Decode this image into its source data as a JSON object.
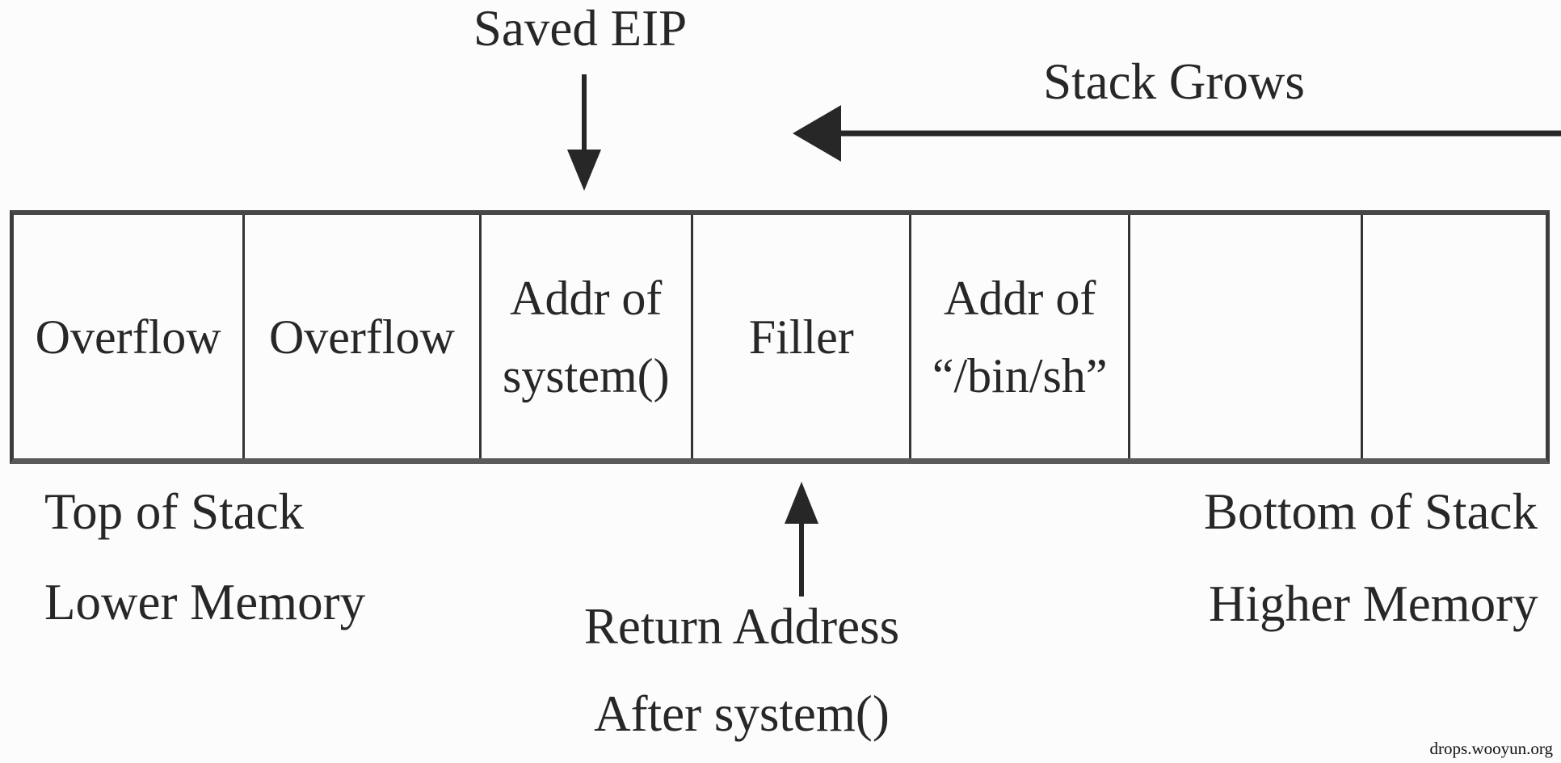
{
  "diagram": {
    "labels": {
      "saved_eip": "Saved EIP",
      "stack_grows": "Stack Grows",
      "top_of_stack": "Top of Stack",
      "lower_memory": "Lower Memory",
      "bottom_of_stack": "Bottom of Stack",
      "higher_memory": "Higher Memory",
      "return_address_line1": "Return Address",
      "return_address_line2": "After system()"
    },
    "stack_cells": [
      {
        "label": "Overflow"
      },
      {
        "label": "Overflow"
      },
      {
        "label": "Addr of\nsystem()"
      },
      {
        "label": "Filler"
      },
      {
        "label": "Addr of\n“/bin/sh”"
      },
      {
        "label": ""
      },
      {
        "label": ""
      }
    ],
    "watermark": "drops.wooyun.org",
    "colors": {
      "ink": "#272727",
      "border": "#3d3d3d",
      "background": "#fcfcfc"
    }
  }
}
